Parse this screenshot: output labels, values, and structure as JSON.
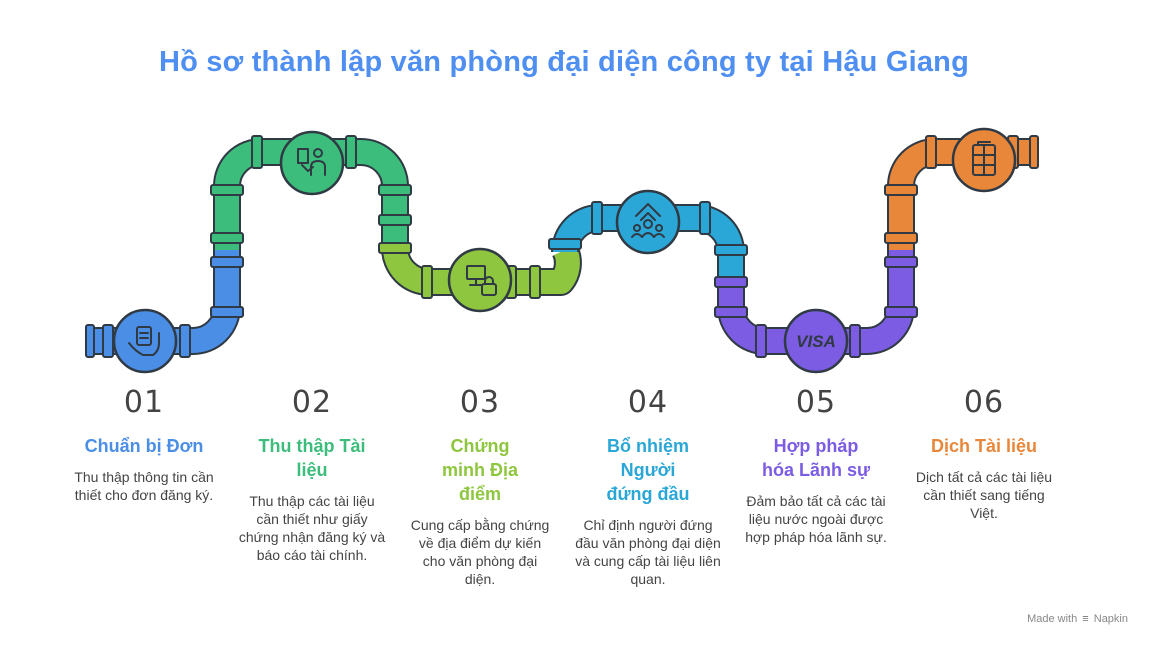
{
  "title": "Hồ sơ thành lập văn phòng đại diện công ty tại Hậu Giang",
  "steps": [
    {
      "num": "01",
      "title": "Chuẩn bị Đơn",
      "desc": "Thu thập thông tin cần thiết cho đơn đăng ký.",
      "color": "#4b8ee6",
      "icon": "hand-document-icon"
    },
    {
      "num": "02",
      "title": "Thu thập Tài liệu",
      "desc": "Thu thập các tài liệu cần thiết như giấy chứng nhận đăng ký và báo cáo tài chính.",
      "color": "#3dbd7c",
      "icon": "person-documents-icon"
    },
    {
      "num": "03",
      "title": "Chứng minh Địa điểm",
      "desc": "Cung cấp bằng chứng về địa điểm dự kiến cho văn phòng đại diện.",
      "color": "#8ec63f",
      "icon": "computer-lock-icon"
    },
    {
      "num": "04",
      "title": "Bổ nhiệm Người đứng đầu",
      "desc": "Chỉ định người đứng đầu văn phòng đại diện và cung cấp tài liệu liên quan.",
      "color": "#2aa7d6",
      "icon": "leader-team-icon"
    },
    {
      "num": "05",
      "title": "Hợp pháp hóa Lãnh sự",
      "desc": "Đảm bảo tất cả các tài liệu nước ngoài được hợp pháp hóa lãnh sự.",
      "color": "#7b5ce3",
      "icon": "visa-icon"
    },
    {
      "num": "06",
      "title": "Dịch Tài liệu",
      "desc": "Dịch tất cả các tài liệu cần thiết sang tiếng Việt.",
      "color": "#e8873a",
      "icon": "document-grid-icon"
    }
  ],
  "visa_text": "VISA",
  "footer": {
    "made_with": "Made with",
    "brand": "Napkin"
  }
}
